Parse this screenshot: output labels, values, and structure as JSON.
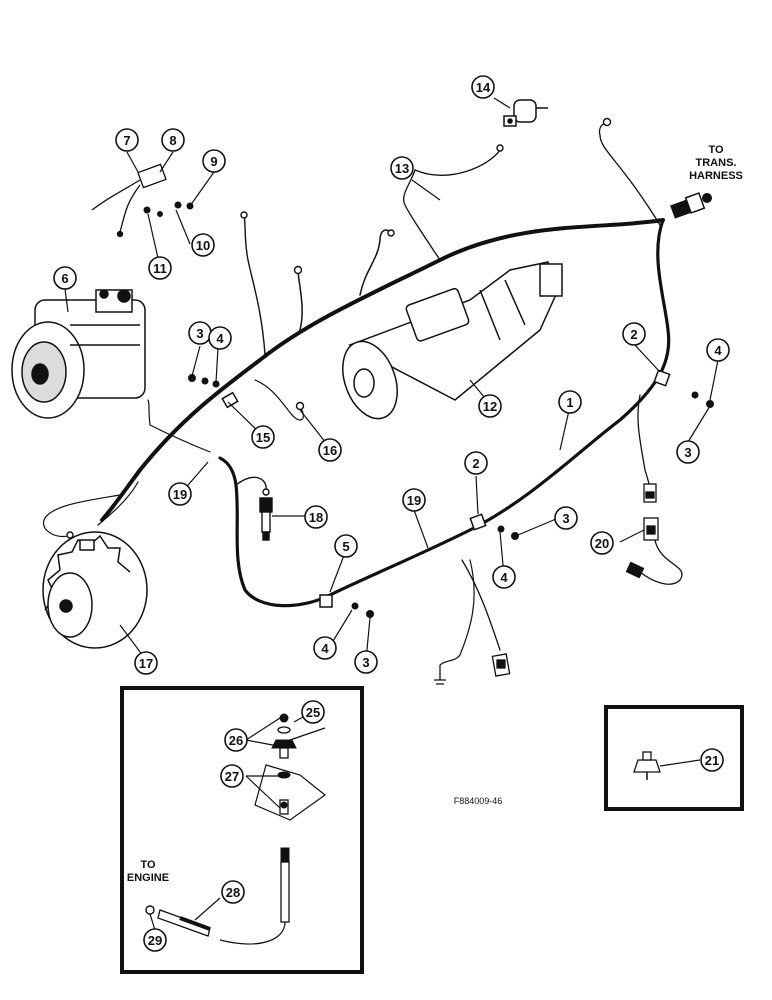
{
  "labels": {
    "trans_harness_line1": "TO",
    "trans_harness_line2": "TRANS.",
    "trans_harness_line3": "HARNESS",
    "engine_line1": "TO",
    "engine_line2": "ENGINE",
    "figure_code": "F884009-46"
  },
  "callouts": [
    "1",
    "2",
    "2",
    "3",
    "3",
    "3",
    "3",
    "4",
    "4",
    "4",
    "4",
    "5",
    "6",
    "7",
    "8",
    "9",
    "10",
    "11",
    "12",
    "13",
    "14",
    "15",
    "16",
    "17",
    "18",
    "19",
    "19",
    "20",
    "21",
    "25",
    "26",
    "27",
    "28",
    "29"
  ],
  "colors": {
    "ink": "#111111",
    "paper": "#ffffff",
    "shade": "#dcdcdc"
  }
}
